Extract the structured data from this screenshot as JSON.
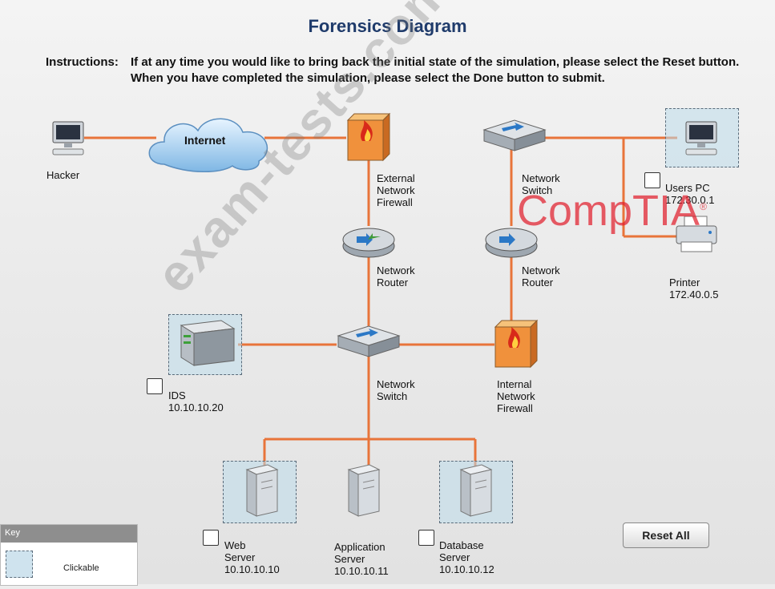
{
  "title": "Forensics Diagram",
  "instructions": {
    "label": "Instructions:",
    "text": "If at any time you would like to bring back the initial state of the simulation, please select the Reset button. When you have completed the simulation, please select the Done button to submit."
  },
  "devices": {
    "hacker": {
      "label": "Hacker"
    },
    "internet": {
      "label": "Internet"
    },
    "external_firewall": {
      "label": "External\nNetwork\nFirewall"
    },
    "router_left": {
      "label": "Network\nRouter"
    },
    "switch_top": {
      "label": "Network\nSwitch"
    },
    "router_right": {
      "label": "Network\nRouter"
    },
    "users_pc": {
      "label": "Users PC",
      "ip": "172.30.0.1"
    },
    "printer": {
      "label": "Printer",
      "ip": "172.40.0.5"
    },
    "ids": {
      "label": "IDS",
      "ip": "10.10.10.20"
    },
    "switch_center": {
      "label": "Network\nSwitch"
    },
    "internal_firewall": {
      "label": "Internal\nNetwork\nFirewall"
    },
    "web_server": {
      "label": "Web\nServer",
      "ip": "10.10.10.10"
    },
    "app_server": {
      "label": "Application\nServer",
      "ip": "10.10.10.11"
    },
    "db_server": {
      "label": "Database\nServer",
      "ip": "10.10.10.12"
    }
  },
  "buttons": {
    "reset_all": "Reset All"
  },
  "key": {
    "title": "Key",
    "clickable": "Clickable"
  },
  "watermarks": {
    "site": "exam-tests.com",
    "brand": "CompTIA",
    "brand_mark": "®"
  },
  "colors": {
    "link": "#e8743a",
    "title": "#1f3b6b",
    "brand": "#e11e2d"
  }
}
